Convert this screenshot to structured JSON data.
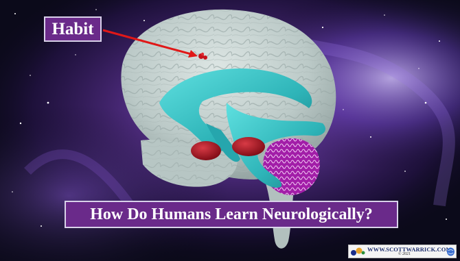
{
  "image": {
    "subject": "brain-habit-slide",
    "colors": {
      "space": "#0b0a1a",
      "nebula": "#7a3fb8",
      "brain": "#c9d6d4",
      "ventricle": "#33c3c6",
      "amygdala": "#a4101c",
      "cerebellum": "#b726b8",
      "label_bg": "#6a2a8a",
      "arrow": "#e01818"
    }
  },
  "labels": {
    "habit": "Habit",
    "title": "How Do Humans Learn Neurologically?"
  },
  "watermark": {
    "site": "WWW.SCOTTWARRICK.COM",
    "year": "© 2021"
  }
}
